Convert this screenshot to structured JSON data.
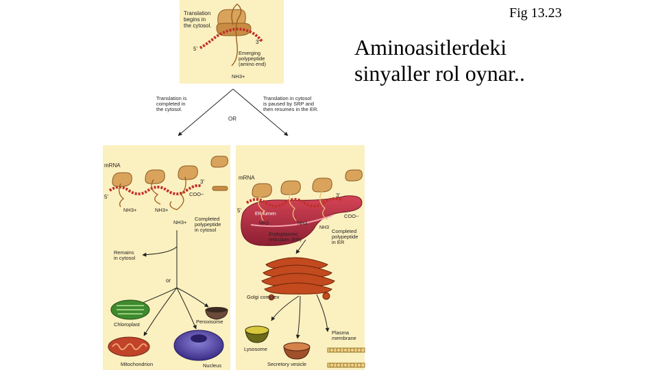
{
  "header": {
    "fig_label": "Fig 13.23",
    "title_line1": "Aminoasitlerdeki",
    "title_line2": "sinyaller rol oynar.."
  },
  "diagram": {
    "top": {
      "translation_begins": [
        "Translation",
        "begins in",
        "the cytosol."
      ],
      "three_prime": "3'",
      "five_prime": "5'",
      "emerging": [
        "Emerging",
        "polypeptide",
        "(amino end)"
      ],
      "nh3": "NH3+"
    },
    "branch": {
      "left_text": [
        "Translation is",
        "completed in",
        "the cytosol."
      ],
      "right_text": [
        "Translation in cytosol",
        "is paused by SRP and",
        "then resumes in the ER."
      ],
      "or_label": "OR"
    },
    "left_panel": {
      "mrna": "mRNA",
      "five_prime": "5'",
      "three_prime": "3'",
      "coo": "COO−",
      "nh3_a": "NH3+",
      "nh3_b": "NH3+",
      "nh3_c": "NH3+",
      "completed": [
        "Completed",
        "polypeptide",
        "in cytosol"
      ],
      "remains": [
        "Remains",
        "in cytosol"
      ],
      "or_label": "or",
      "chloroplast": "Chloroplast",
      "peroxisome": "Peroxisome",
      "mitochondrion": "Mitochondrion",
      "nucleus": "Nucleus"
    },
    "right_panel": {
      "mrna": "mRNA",
      "five_prime": "5'",
      "three_prime": "3'",
      "coo": "COO−",
      "er_lumen": "ER lumen",
      "nh3_a": "NH3",
      "nh3_b": "NH3",
      "nh3_c": "NH3",
      "er_label": [
        "Endoplasmic",
        "reticulum (ER)"
      ],
      "completed": [
        "Completed",
        "polypeptide",
        "in ER"
      ],
      "golgi": "Golgi complex",
      "lysosome": "Lysosome",
      "secretory": "Secretory vesicle",
      "plasma": [
        "Plasma",
        "membrane"
      ]
    },
    "colors": {
      "panel_bg": "#fbf0bf",
      "ribosome": "#d9a35c",
      "mrna": "#c0302a",
      "er": "#b53040",
      "golgi": "#c24a1e",
      "nucleus": "#4d3e9e",
      "chloroplast": "#3f8a2e",
      "mitochondrion": "#c0432a"
    }
  }
}
